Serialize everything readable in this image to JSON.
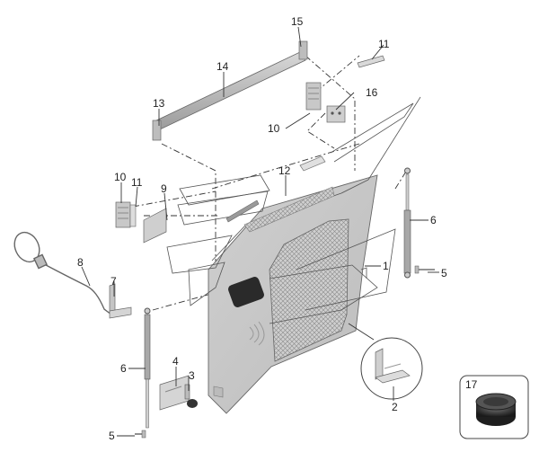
{
  "diagram": {
    "callouts": [
      "1",
      "2",
      "3",
      "4",
      "5",
      "5",
      "6",
      "6",
      "7",
      "8",
      "9",
      "10",
      "10",
      "11",
      "11",
      "12",
      "13",
      "14",
      "15",
      "16",
      "17"
    ]
  }
}
